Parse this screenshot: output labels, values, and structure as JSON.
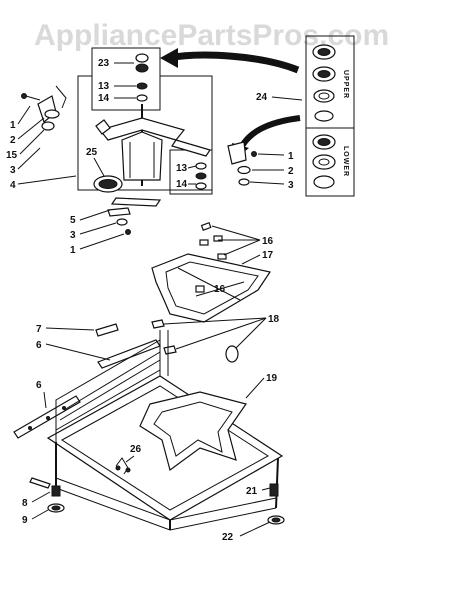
{
  "watermark": "AppliancePartsPros.com",
  "side_labels": {
    "upper": "UPPER",
    "lower": "LOWER"
  },
  "callouts": {
    "c23": "23",
    "c13a": "13",
    "c14a": "14",
    "c24": "24",
    "c1a": "1",
    "c2a": "2",
    "c15": "15",
    "c3a": "3",
    "c4": "4",
    "c25": "25",
    "c13b": "13",
    "c14b": "14",
    "c1b": "1",
    "c2b": "2",
    "c3b": "3",
    "c5": "5",
    "c3c": "3",
    "c1c": "1",
    "c16a": "16",
    "c17": "17",
    "c16b": "16",
    "c7": "7",
    "c18": "18",
    "c6a": "6",
    "c19": "19",
    "c6b": "6",
    "c26": "26",
    "c21": "21",
    "c8": "8",
    "c9": "9",
    "c22": "22"
  }
}
